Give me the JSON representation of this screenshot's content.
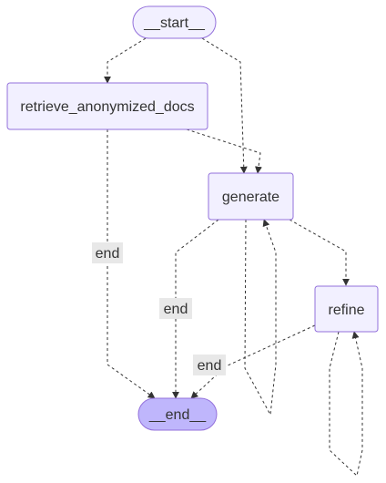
{
  "graph": {
    "nodes": {
      "start": {
        "label": "__start__",
        "fill": "#f2f0ff",
        "stroke": "#9370db"
      },
      "retrieve": {
        "label": "retrieve_anonymized_docs",
        "fill": "#f2f0ff",
        "stroke": "#9370db"
      },
      "generate": {
        "label": "generate",
        "fill": "#f2f0ff",
        "stroke": "#9370db"
      },
      "refine": {
        "label": "refine",
        "fill": "#f2f0ff",
        "stroke": "#9370db"
      },
      "end": {
        "label": "__end__",
        "fill": "#bfb6fc",
        "stroke": "#9370db"
      }
    },
    "edge_labels": {
      "retrieve_to_end": "end",
      "generate_to_end": "end",
      "refine_to_end": "end"
    },
    "colors": {
      "edge": "#333333",
      "edge_label_background": "#e8e8e8"
    }
  }
}
